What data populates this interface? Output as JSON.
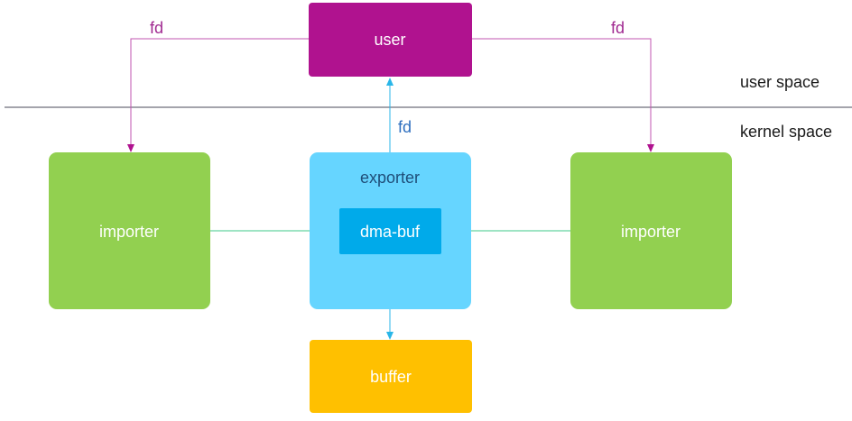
{
  "boxes": {
    "user": "user",
    "exporter": "exporter",
    "dma_buf": "dma-buf",
    "importer_left": "importer",
    "importer_right": "importer",
    "buffer": "buffer"
  },
  "regions": {
    "user_space": "user space",
    "kernel_space": "kernel space"
  },
  "edges": {
    "fd_left": "fd",
    "fd_right": "fd",
    "fd_center": "fd"
  },
  "colors": {
    "user": "#b0128f",
    "importer": "#92d050",
    "exporter": "#66d5ff",
    "dma_buf": "#00aaea",
    "buffer": "#ffc000",
    "fd_magenta": "#a02890",
    "fd_blue": "#2e6fbf",
    "arrow_cyan": "#29b6e8",
    "arrow_green": "#3ec98a",
    "divider": "#4a4a5a"
  }
}
